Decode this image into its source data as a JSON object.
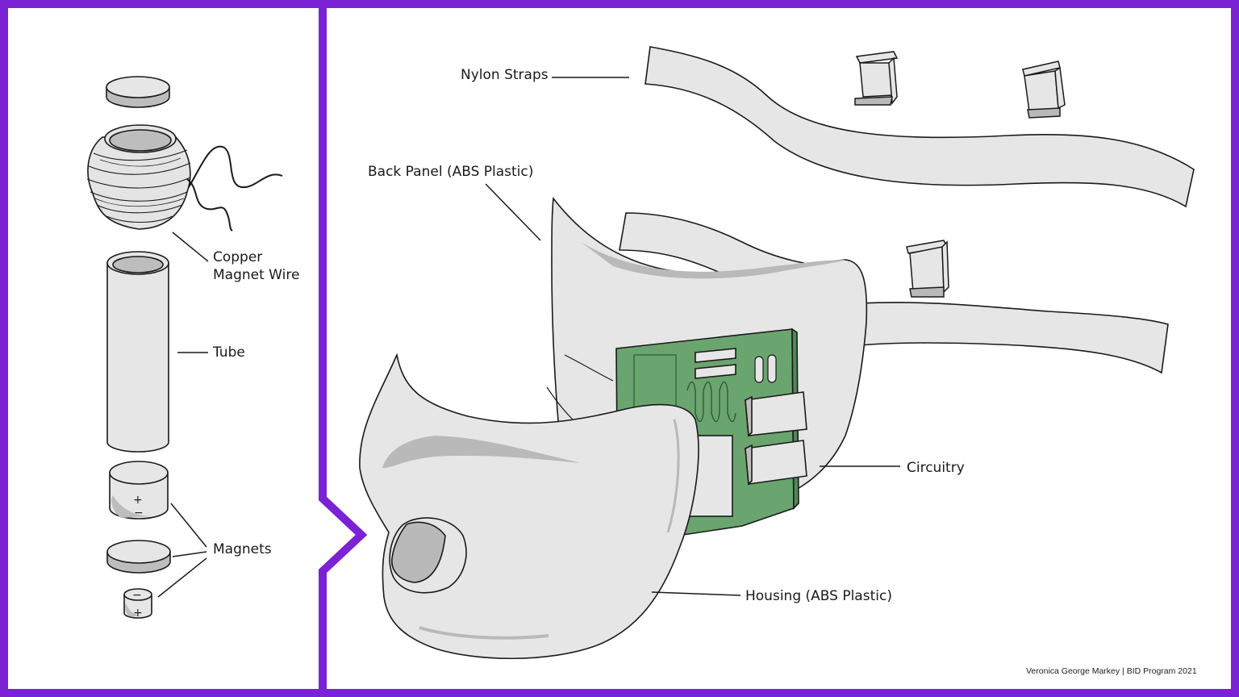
{
  "colors": {
    "frame": "#7b22d4",
    "part_fill": "#e6e6e6",
    "part_shadow": "#b9b9b9",
    "outline": "#1a1a1a",
    "board": "#6aa46f",
    "board_dark": "#4e8a55"
  },
  "left_panel": {
    "labels": {
      "copper_line1": "Copper",
      "copper_line2": "Magnet Wire",
      "tube": "Tube",
      "magnets": "Magnets"
    },
    "magnet_symbols": {
      "plus": "+",
      "minus": "−"
    }
  },
  "right_panel": {
    "labels": {
      "nylon_straps": "Nylon Straps",
      "back_panel": "Back Panel (ABS Plastic)",
      "circuitry": "Circuitry",
      "housing": "Housing (ABS Plastic)"
    }
  },
  "credit": "Veronica George Markey | BID Program 2021"
}
